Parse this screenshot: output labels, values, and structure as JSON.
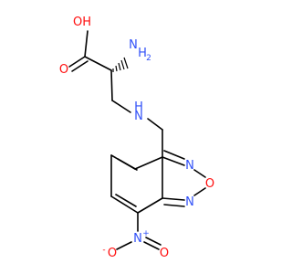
{
  "colors": {
    "carbon": "#000000",
    "oxygen": "#ff0d0d",
    "nitrogen": "#3050f8",
    "bond": "#000000"
  },
  "atoms": {
    "oh": "OH",
    "nh2_n": "N",
    "nh2_h": "H",
    "nh2_sub": "2",
    "o_carbonyl": "O",
    "nh_h": "H",
    "nh_n": "N",
    "ring_n_top": "N",
    "ring_o": "O",
    "ring_n_bottom": "N",
    "nitro_n": "N",
    "nitro_plus": "+",
    "nitro_o_left": "O",
    "nitro_minus": "-",
    "nitro_o_right": "O"
  }
}
